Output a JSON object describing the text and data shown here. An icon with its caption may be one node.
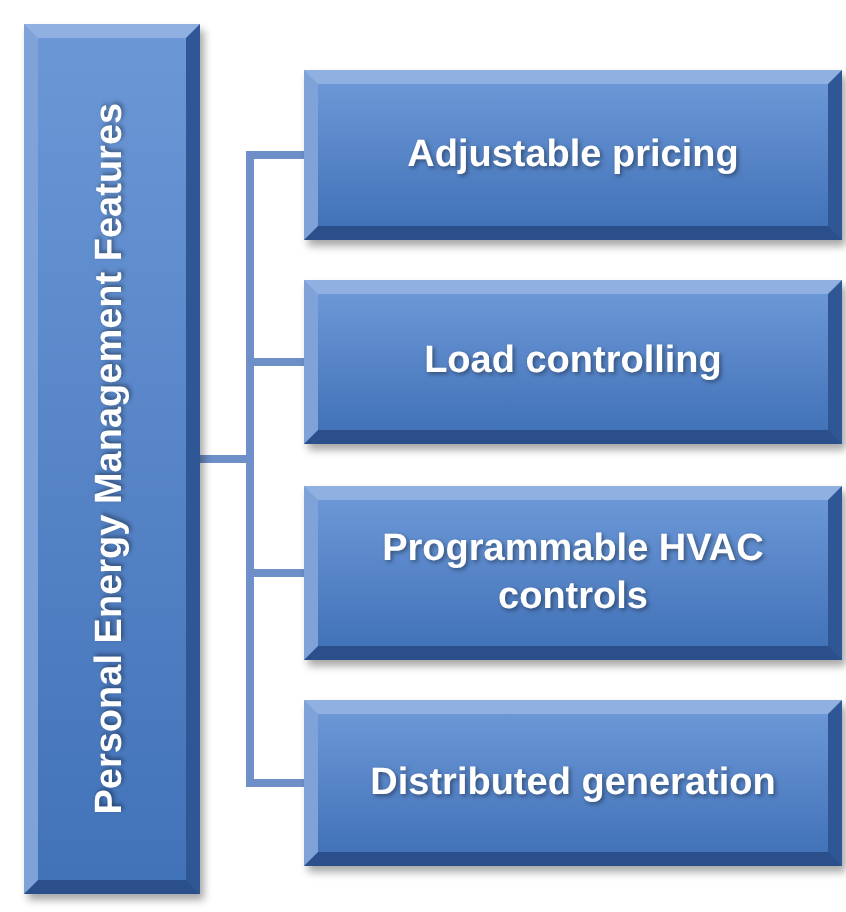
{
  "diagram": {
    "nodes": [
      {
        "text": [
          "Personal Energy Management Features"
        ]
      },
      {
        "text": [
          "Adjustable pricing"
        ]
      },
      {
        "text": [
          "Load controlling"
        ]
      },
      {
        "text": [
          "Programmable HVAC controls"
        ]
      },
      {
        "text": [
          "Distributed generation"
        ]
      }
    ],
    "edges": [
      {
        "from": 0,
        "to": 1,
        "arrow": "none"
      },
      {
        "from": 0,
        "to": 2,
        "arrow": "none"
      },
      {
        "from": 0,
        "to": 3,
        "arrow": "none"
      },
      {
        "from": 0,
        "to": 4,
        "arrow": "none"
      }
    ]
  }
}
